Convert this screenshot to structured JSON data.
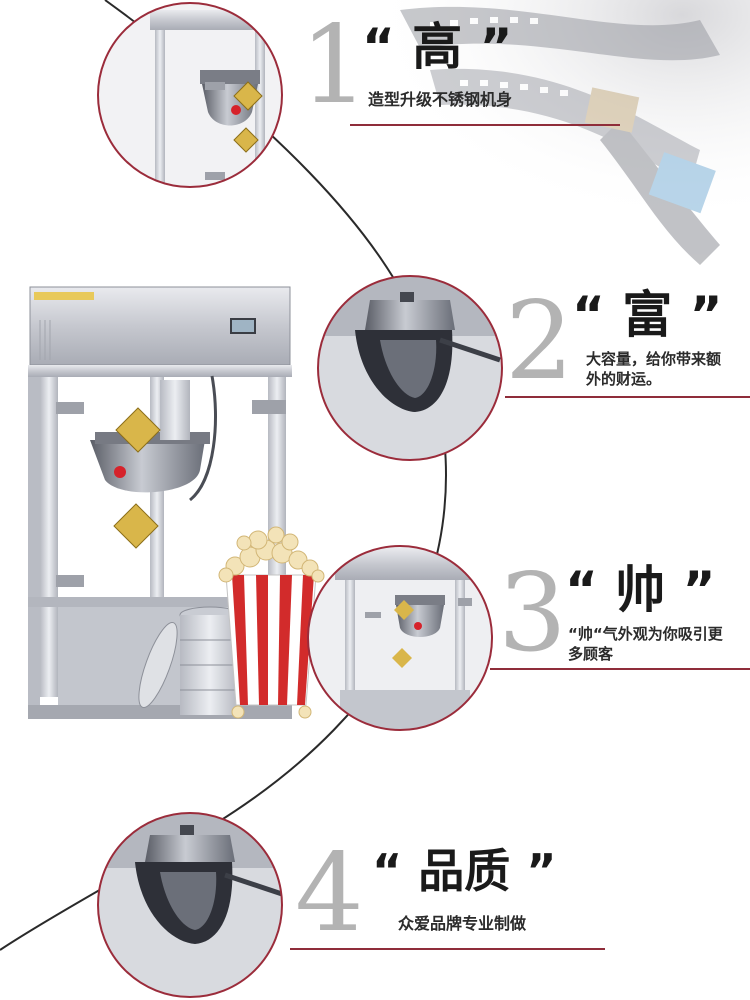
{
  "features": [
    {
      "number": "1",
      "title": "“ 高 ”",
      "description": "造型升级不锈钢机身"
    },
    {
      "number": "2",
      "title": "“ 富 ”",
      "description": "大容量，给你带来额外的财运。"
    },
    {
      "number": "3",
      "title": "“ 帅 ”",
      "description": "“帅“气外观为你吸引更多顾客"
    },
    {
      "number": "4",
      "title": "“ 品质 ”",
      "description": "众爱品牌专业制做"
    }
  ],
  "colors": {
    "accent_rule": "#8f2d3a",
    "circle_border": "#9b2c3b",
    "digit": "#b3b3b3",
    "steel": "#c9ccd3",
    "popcorn_stripe": "#d22b2b"
  },
  "icons": [
    "popcorn-machine",
    "popcorn-bucket",
    "film-strip",
    "kettle-closeup"
  ]
}
